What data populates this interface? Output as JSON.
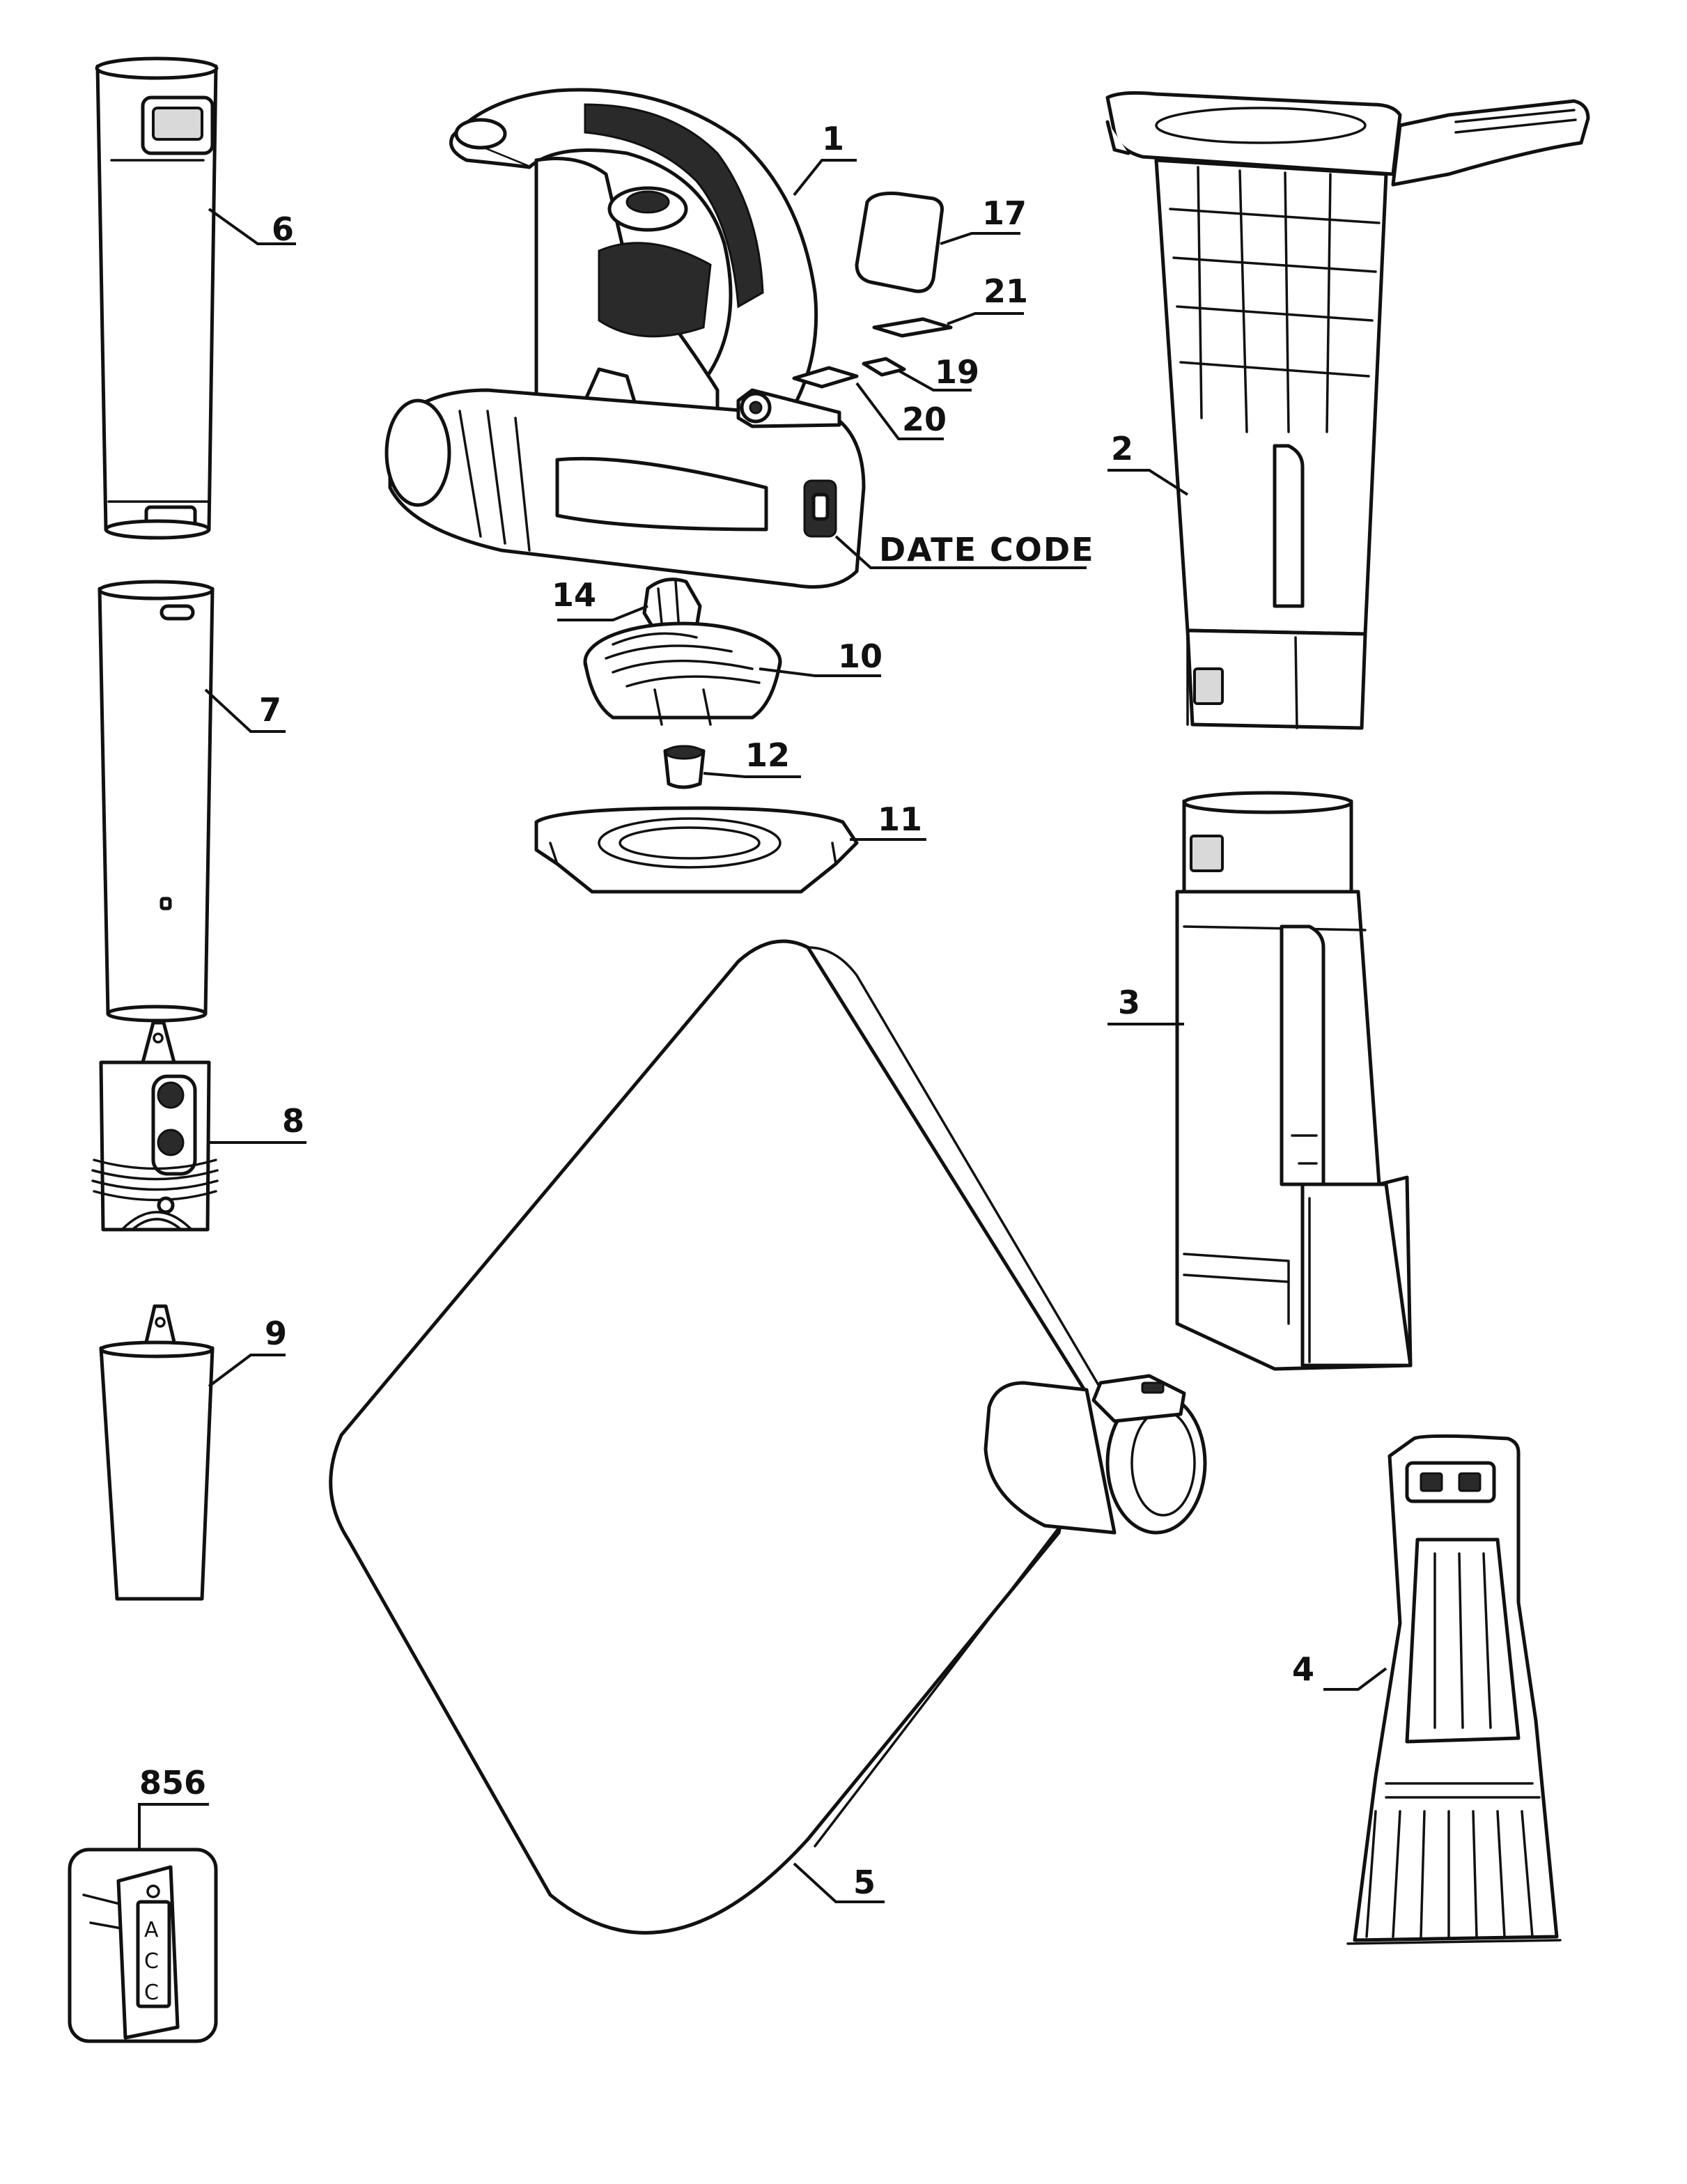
{
  "labels": {
    "p1": "1",
    "p2": "2",
    "p3": "3",
    "p4": "4",
    "p5": "5",
    "p6": "6",
    "p7": "7",
    "p8": "8",
    "p9": "9",
    "p10": "10",
    "p11": "11",
    "p12": "12",
    "p14": "14",
    "p17": "17",
    "p19": "19",
    "p20": "20",
    "p21": "21",
    "p856": "856",
    "date_code": "DATE CODE"
  },
  "acc_tag": {
    "l1": "A",
    "l2": "C",
    "l3": "C"
  },
  "colors": {
    "line": "#111111",
    "background": "#ffffff"
  }
}
